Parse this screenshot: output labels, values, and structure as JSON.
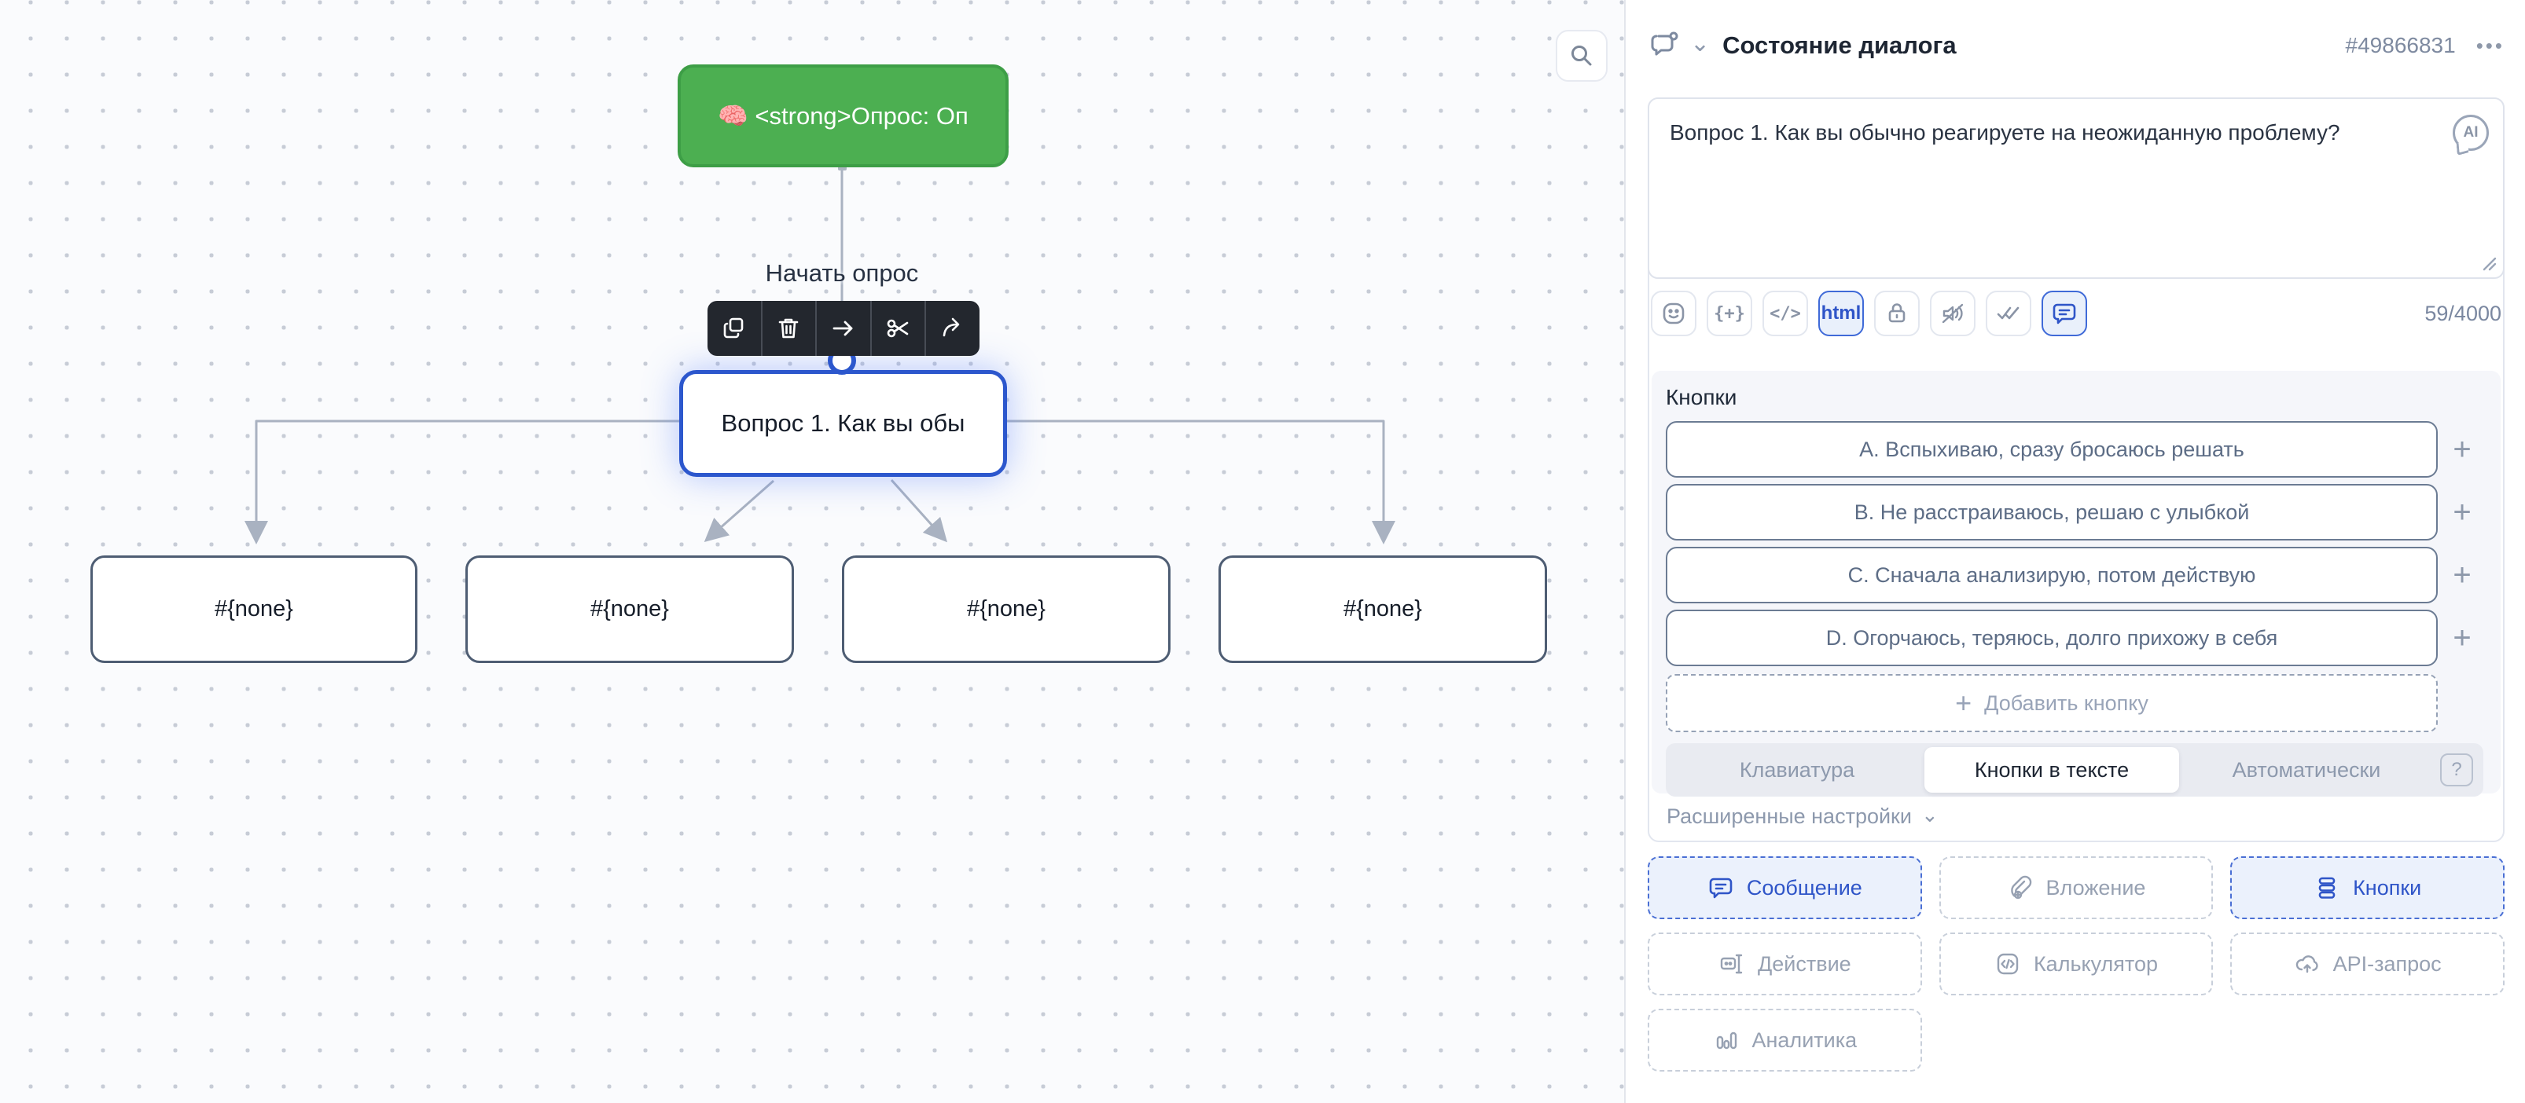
{
  "icons": {
    "plus": "+",
    "chevron_down": "⌄",
    "help": "?",
    "ellipsis": "•••"
  },
  "canvas": {
    "edge_label": "Начать опрос",
    "nodes": {
      "start": "🧠 <strong>Опрос: Оп",
      "question": "Вопрос 1. Как вы обы",
      "branch_1": "#{none}",
      "branch_2": "#{none}",
      "branch_3": "#{none}",
      "branch_4": "#{none}"
    }
  },
  "panel": {
    "header": {
      "title": "Состояние диалога",
      "id": "#49866831"
    },
    "message": {
      "text": "Вопрос 1. Как вы обычно реагируете на неожиданную проблему?",
      "ai_badge": "AI",
      "counter": "59/4000",
      "braces_glyph": "{+}",
      "code_glyph": "</>",
      "html_chip": "html"
    },
    "buttons": {
      "label": "Кнопки",
      "items": [
        "A. Вспыхиваю, сразу бросаюсь решать",
        "B. Не расстраиваюсь, решаю с улыбкой",
        "C. Сначала анализирую, потом действую",
        "D. Огорчаюсь, теряюсь, долго прихожу в себя"
      ],
      "add_label": "Добавить кнопку",
      "tabs": {
        "keyboard": "Клавиатура",
        "inline": "Кнопки в тексте",
        "auto": "Автоматически"
      }
    },
    "advanced_label": "Расширенные настройки",
    "blocks": {
      "message": "Сообщение",
      "attachment": "Вложение",
      "buttons": "Кнопки",
      "action": "Действие",
      "calculator": "Калькулятор",
      "api": "API-запрос",
      "analytics": "Аналитика"
    }
  }
}
